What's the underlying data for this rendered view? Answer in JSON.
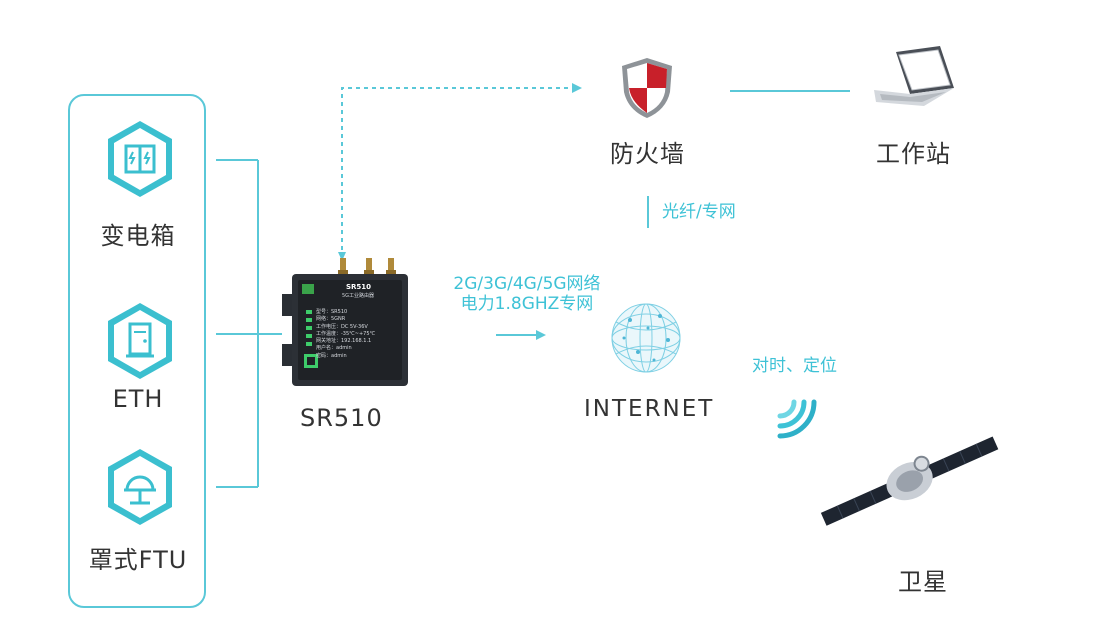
{
  "devices": [
    {
      "label": "变电箱",
      "icon": "electric-cabinet-icon"
    },
    {
      "label": "ETH",
      "icon": "door-cabinet-icon"
    },
    {
      "label": "罩式FTU",
      "icon": "dome-ftu-icon"
    }
  ],
  "router": {
    "label": "SR510",
    "panel_model": "SR510",
    "panel_subtitle": "5G工业路由器",
    "panel_lines": [
      "型号：SR510",
      "网络：5GNR",
      "工作电压：DC 5V-36V",
      "工作温度：-35℃~+75℃",
      "网关地址：192.168.1.1",
      "用户名：admin",
      "密码：admin"
    ]
  },
  "network_label_line1": "2G/3G/4G/5G网络",
  "network_label_line2": "电力1.8GHZ专网",
  "firewall": {
    "label": "防火墙",
    "icon": "firewall-shield-icon"
  },
  "workstation": {
    "label": "工作站",
    "icon": "laptop-icon"
  },
  "fiber_label": "光纤/专网",
  "internet": {
    "label": "INTERNET",
    "icon": "globe-icon"
  },
  "timing_label": "对时、定位",
  "satellite": {
    "label": "卫星",
    "icon": "satellite-icon"
  },
  "colors": {
    "accent": "#3ec2d6",
    "hex_icon": "#3bbfcf",
    "shield_red": "#c8202a"
  }
}
